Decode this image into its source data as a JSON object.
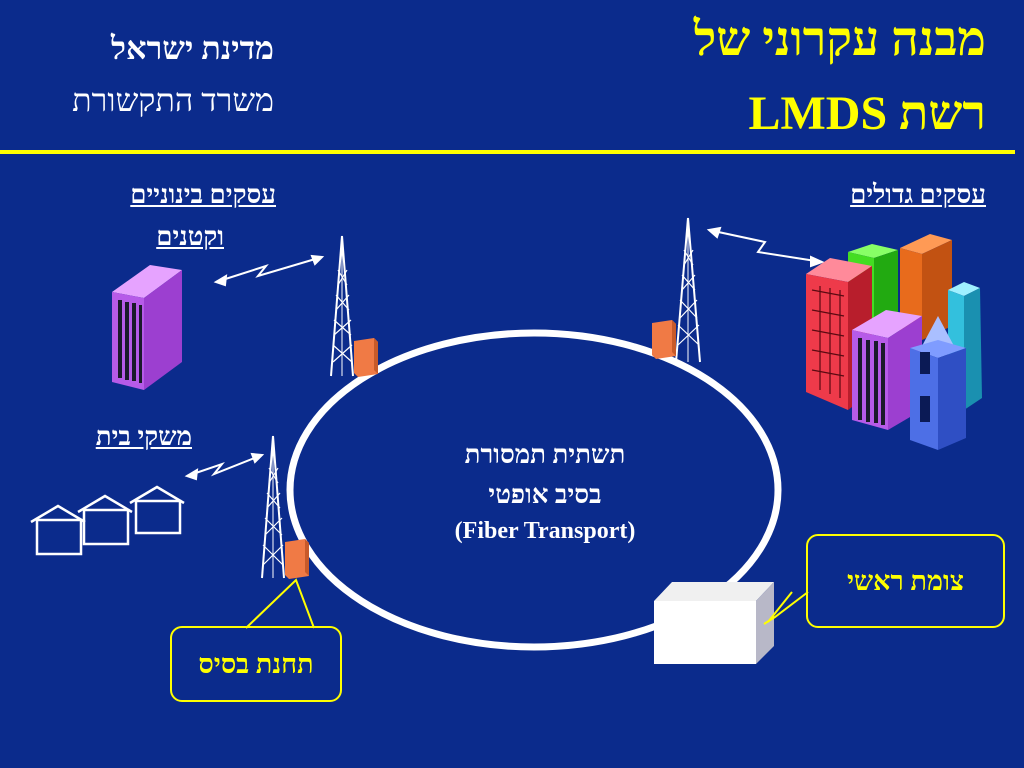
{
  "header": {
    "title_line1": "מבנה עקרוני של",
    "title_line2": "רשת LMDS",
    "ministry": "מדינת ישראל",
    "office": "משרד התקשורת"
  },
  "labels": {
    "large_business": "עסקים גדולים",
    "medium_small_line1": "עסקים בינוניים",
    "medium_small_line2": "וקטנים",
    "households": "משקי בית"
  },
  "ring": {
    "line1": "תשתית תמסורת",
    "line2": "בסיב אופטי",
    "line3": "(Fiber Transport)"
  },
  "callouts": {
    "main_node": "צומת ראשי",
    "base_station": "תחנת בסיס"
  },
  "colors": {
    "background": "#0b2b8c",
    "accent": "#ffff00",
    "ring": "#ffffff",
    "station_box": "#f07a45"
  }
}
